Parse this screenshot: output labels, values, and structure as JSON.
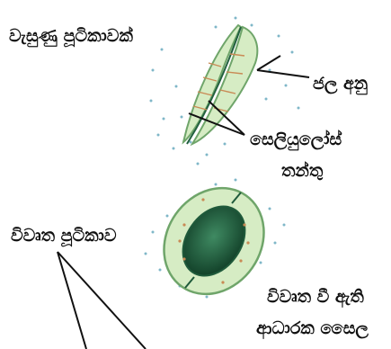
{
  "labels": {
    "closed_stoma": "වැසුණු පූටිකාවක්",
    "water_molecules": "ජල අනු",
    "cellulose_fibres_line1": "සෙලියුලෝස්",
    "cellulose_fibres_line2": "තන්තු",
    "open_stoma": "විවෘත පූටිකාව",
    "open_guard_cells_line1": "විවෘත වී ඇති",
    "open_guard_cells_line2": "ආධාරක සෛල"
  },
  "colors": {
    "guard_cell_fill": "#d6ecc4",
    "guard_cell_edge": "#6fa56a",
    "pore": "#1f5a3b",
    "dots": "#7fb7c8",
    "fibre": "#c98a55",
    "line": "#111111"
  }
}
